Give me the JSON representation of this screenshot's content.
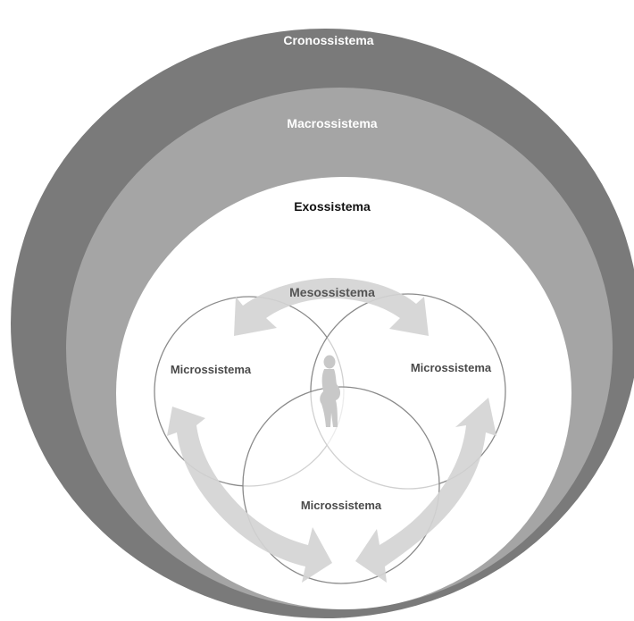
{
  "labels": {
    "chronosystem": "Cronossistema",
    "macrosystem": "Macrossistema",
    "exosystem": "Exossistema",
    "mesosystem": "Mesossistema",
    "microsystem_left": "Microssistema",
    "microsystem_right": "Microssistema",
    "microsystem_bottom": "Microssistema"
  },
  "colors": {
    "chronosystem_ring": "#7a7a7a",
    "macrosystem_ring": "#a5a5a5",
    "exosystem_area": "#ffffff",
    "micro_circle_stroke": "#8a8a8a",
    "arrow_fill": "#d4d4d4",
    "figure_fill": "#c8c8c8"
  },
  "icons": {
    "center_figure": "pregnant-woman-silhouette-icon"
  }
}
